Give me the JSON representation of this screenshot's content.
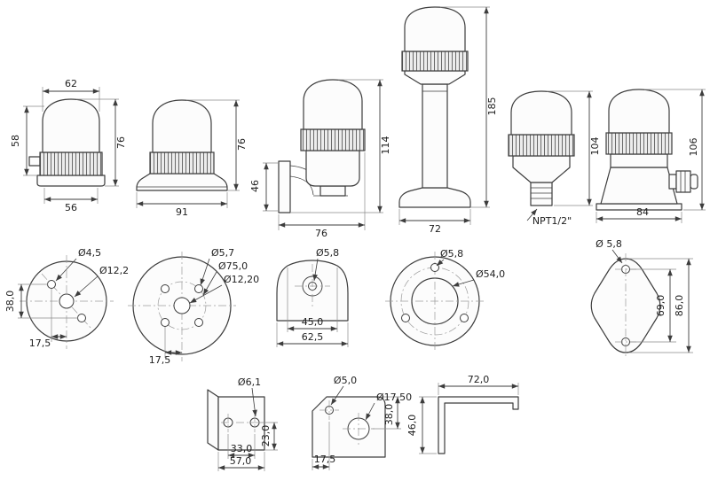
{
  "drawing": {
    "type": "technical-dimension-drawing",
    "line_color": "#3d3d3d",
    "background_color": "#ffffff",
    "views": {
      "beacon_compact": {
        "width_top": "62",
        "height_body": "58",
        "height_total": "76",
        "width_bottom": "56"
      },
      "beacon_round_base": {
        "height_total": "76",
        "width_base": "91"
      },
      "beacon_wall_mount": {
        "height_bracket": "46",
        "height_total": "114",
        "depth_total": "76"
      },
      "beacon_pole": {
        "height_total": "185",
        "width_base": "72"
      },
      "beacon_thread": {
        "height_total": "104",
        "thread_label": "NPT1/2\""
      },
      "beacon_gland": {
        "height_total": "106",
        "width_base": "84"
      },
      "plate_3hole": {
        "hole_dia": "Ø4,5",
        "center_dia": "Ø12,2",
        "hole_spacing_v": "38,0",
        "hole_offset_h": "17,5"
      },
      "plate_4hole": {
        "hole_dia": "Ø5,7",
        "bolt_circle_dia": "Ø75,0",
        "center_dia": "Ø12,20",
        "hole_offset_h": "17,5"
      },
      "foot_bracket": {
        "hole_dia": "Ø5,8",
        "width_inner": "45,0",
        "width_outer": "62,5"
      },
      "flange": {
        "hole_dia": "Ø5,8",
        "bore_dia": "Ø54,0"
      },
      "diamond_plate": {
        "hole_dia": "Ø 5,8",
        "hole_spacing": "69,0",
        "height_total": "86,0"
      },
      "l_bracket": {
        "hole_dia": "Ø6,1",
        "hole_offset_v": "23,0",
        "hole_spacing": "33,0",
        "width_total": "57,0"
      },
      "corner_bracket": {
        "hole_small_dia": "Ø5,0",
        "hole_large_dia": "Ø17,50",
        "hole_offset_v": "38,0",
        "hole_offset_h": "17,5"
      },
      "angle_profile": {
        "length_top": "72,0",
        "height_left": "46,0"
      }
    }
  }
}
